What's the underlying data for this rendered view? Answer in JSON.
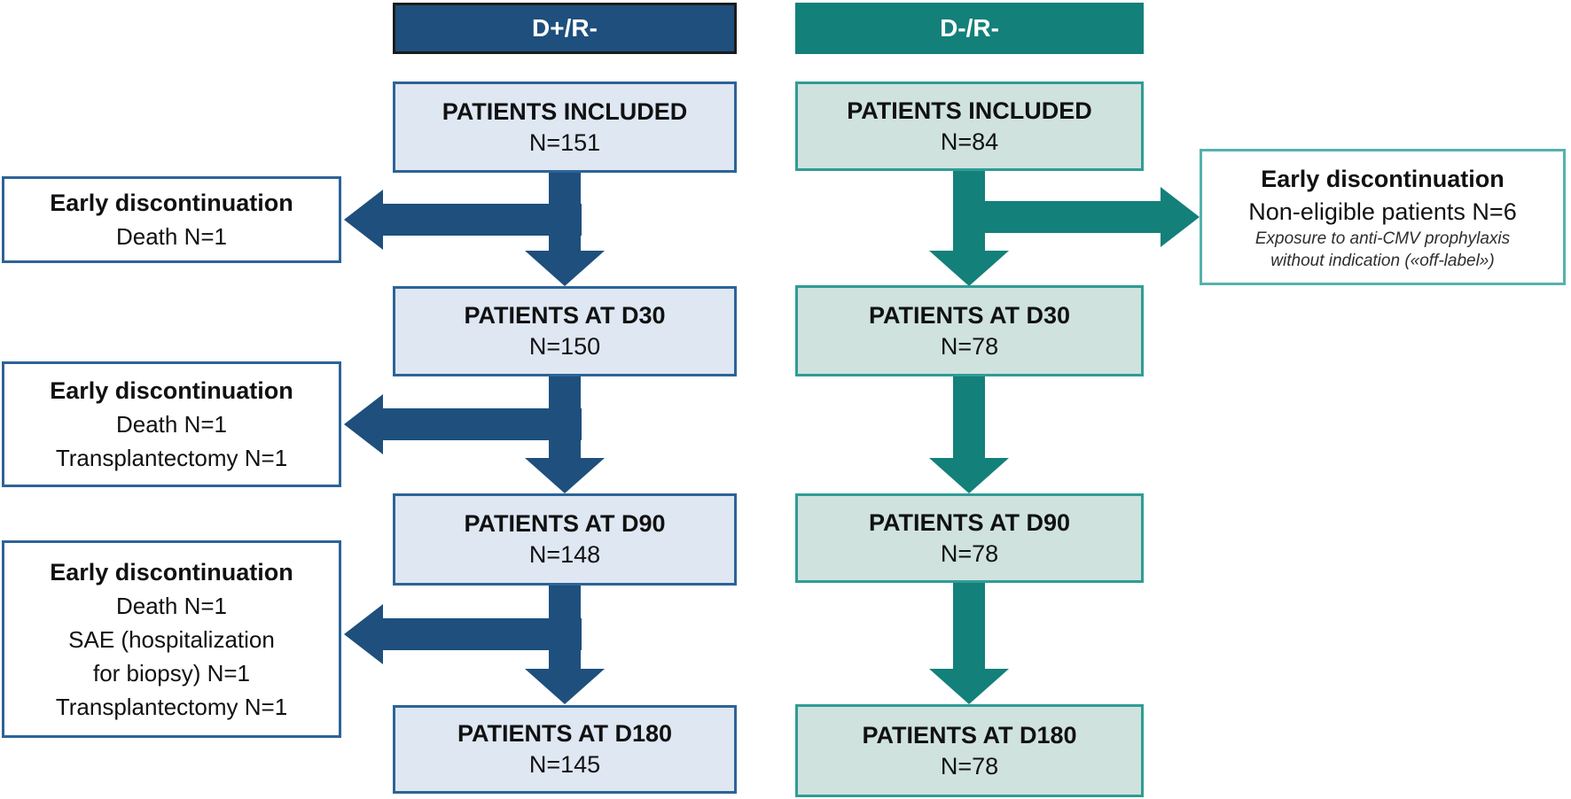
{
  "colors": {
    "blue_dark": "#1E4F7D",
    "blue_fill": "#DEE7F2",
    "blue_border": "#2D6397",
    "teal_dark": "#13807A",
    "teal_fill": "#CFE2DE",
    "teal_border": "#2F9C95",
    "teal_border_light": "#53B3AC"
  },
  "columns": {
    "dpr": {
      "header": "D+/R-",
      "boxes": [
        {
          "title": "PATIENTS INCLUDED",
          "n": "N=151"
        },
        {
          "title": "PATIENTS AT D30",
          "n": "N=150"
        },
        {
          "title": "PATIENTS AT D90",
          "n": "N=148"
        },
        {
          "title": "PATIENTS AT D180",
          "n": "N=145"
        }
      ]
    },
    "dnr": {
      "header": "D-/R-",
      "boxes": [
        {
          "title": "PATIENTS INCLUDED",
          "n": "N=84"
        },
        {
          "title": "PATIENTS AT D30",
          "n": "N=78"
        },
        {
          "title": "PATIENTS AT D90",
          "n": "N=78"
        },
        {
          "title": "PATIENTS AT D180",
          "n": "N=78"
        }
      ]
    }
  },
  "side_boxes": {
    "left": [
      {
        "title": "Early discontinuation",
        "line1": "Death N=1"
      },
      {
        "title": "Early discontinuation",
        "line1": "Death N=1",
        "line2": "Transplantectomy N=1"
      },
      {
        "title": "Early discontinuation",
        "line1": "Death N=1",
        "line2": "SAE (hospitalization",
        "line3": "for biopsy) N=1",
        "line4": "Transplantectomy N=1"
      }
    ],
    "right": {
      "title": "Early discontinuation",
      "line1": "Non-eligible patients N=6",
      "italic1": "Exposure to anti-CMV prophylaxis",
      "italic2": "without indication («off-label»)"
    }
  }
}
